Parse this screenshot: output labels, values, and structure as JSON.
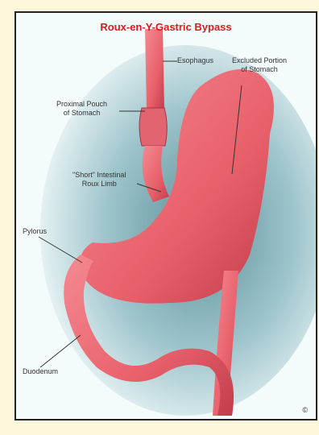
{
  "diagram": {
    "title": "Roux-en-Y-Gastric Bypass",
    "labels": {
      "esophagus": "Esophagus",
      "excluded_portion": "Excluded Portion\nof Stomach",
      "proximal_pouch": "Proximal Pouch\nof Stomach",
      "short_roux_limb": "\"Short\" Intestinal\nRoux Limb",
      "pylorus": "Pylorus",
      "duodenum": "Duodenum"
    },
    "copyright": "©"
  },
  "colors": {
    "title": "#e01a1a",
    "page_background": "#fdf8dc",
    "organ": "#e8606a",
    "organ_shadow": "#c23d4c"
  }
}
